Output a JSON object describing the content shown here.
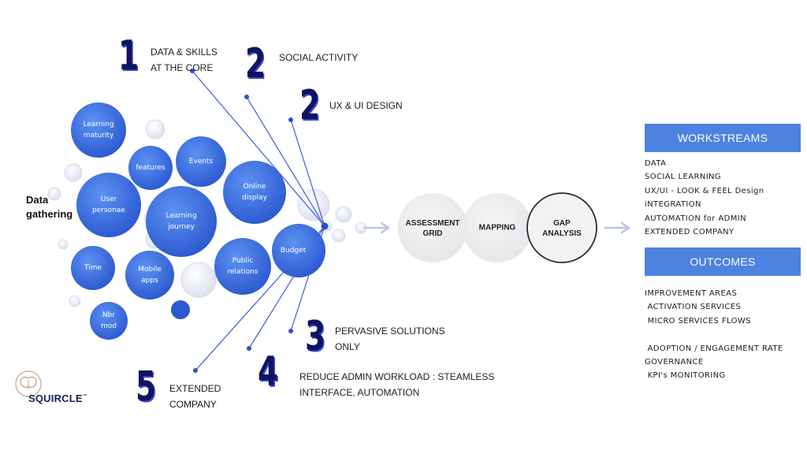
{
  "data_gathering": "Data\ngathering",
  "bubbles": [
    {
      "label": "Learning\nmaturity"
    },
    {
      "label": "features"
    },
    {
      "label": "Events"
    },
    {
      "label": "User\npersonae"
    },
    {
      "label": "Learning\njourney"
    },
    {
      "label": "Online\ndisplay"
    },
    {
      "label": "Time"
    },
    {
      "label": "Mobile\napps"
    },
    {
      "label": "Public\nrelations"
    },
    {
      "label": "Budget"
    },
    {
      "label": "Nbr\nmod"
    }
  ],
  "numbered_items": [
    {
      "number": "1",
      "label": "DATA & SKILLS\nAT THE CORE"
    },
    {
      "number": "2",
      "label": "SOCIAL ACTIVITY"
    },
    {
      "number": "2",
      "label": "UX & UI DESIGN"
    },
    {
      "number": "3",
      "label": "PERVASIVE SOLUTIONS\nONLY"
    },
    {
      "number": "4",
      "label": "REDUCE ADMIN WORKLOAD : STEAMLESS\nINTERFACE, AUTOMATION"
    },
    {
      "number": "5",
      "label": "EXTENDED\nCOMPANY"
    }
  ],
  "phases": [
    {
      "label": "ASSESSMENT\nGRID"
    },
    {
      "label": "MAPPING"
    },
    {
      "label": "GAP\nANALYSIS"
    }
  ],
  "workstreams": {
    "title": "WORKSTREAMS",
    "items": [
      "DATA",
      "SOCIAL LEARNING",
      "UX/UI - LOOK & FEEL Design",
      "iNTEGRATION",
      "AUTOMATION for ADMIN",
      "EXTENDED COMPANY"
    ]
  },
  "outcomes": {
    "title": "OUTCOMES",
    "items": [
      "IMPROVEMENT AREAS",
      " ACTIVATION SERVICES",
      " MICRO SERVICES FLOWS",
      "",
      " ADOPTION / ENGAGEMENT RATE",
      "GOVERNANCE",
      " KPI's MONITORING"
    ]
  },
  "logo": {
    "text": "SQUIRCLE",
    "mark": "™"
  },
  "colors": {
    "bubble_blue": "#3566d9",
    "bubble_blue_light": "#5b8ff0",
    "header_blue": "#4e82e0",
    "number_navy": "#0e1460",
    "line_blue": "#3f5bd8"
  }
}
